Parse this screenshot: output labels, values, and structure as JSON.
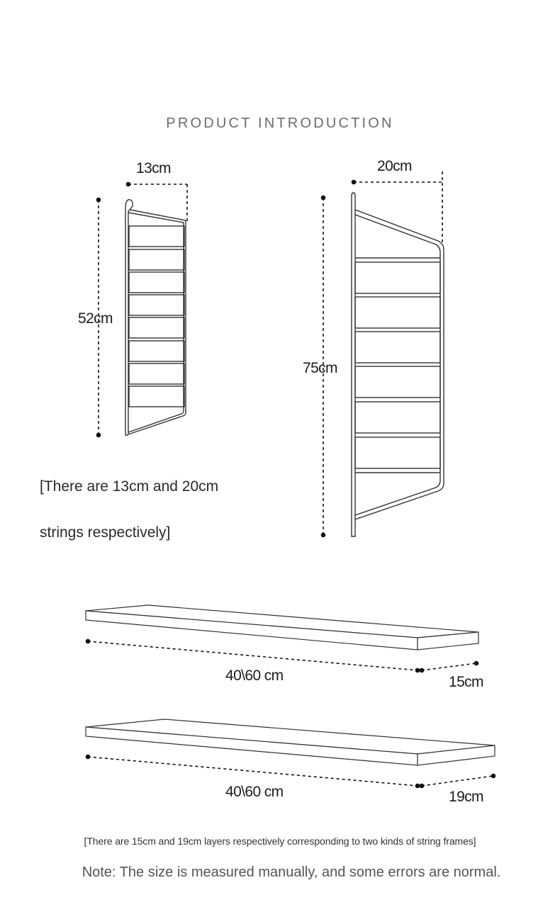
{
  "header": {
    "title": "PRODUCT INTRODUCTION"
  },
  "small_frame": {
    "width_label": "13cm",
    "height_label": "52cm"
  },
  "large_frame": {
    "width_label": "20cm",
    "height_label": "75cm"
  },
  "frames_caption": {
    "line1": "[There are 13cm and 20cm",
    "line2": "strings respectively]"
  },
  "shelf_1": {
    "length_label": "40\\60 cm",
    "depth_label": "15cm"
  },
  "shelf_2": {
    "length_label": "40\\60 cm",
    "depth_label": "19cm"
  },
  "shelves_caption": "[There are 15cm and 19cm layers respectively corresponding to two kinds of string frames]",
  "note": "Note: The size is measured manually, and some errors are normal."
}
